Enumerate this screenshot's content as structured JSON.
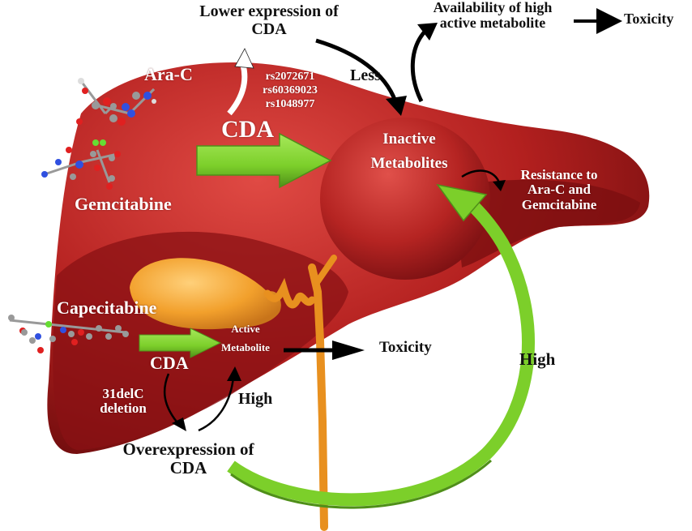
{
  "title": "CDA metabolism of nucleoside analogs in the liver",
  "colors": {
    "liver": "#b3201f",
    "liver_dark": "#7c0f10",
    "liver_light": "#d9433d",
    "gallbladder": "#f2a02c",
    "green_arrow": "#7ccf2a",
    "green_arrow_dark": "#4f8f19",
    "text_on_liver": "#ffffff",
    "text_outside": "#111111"
  },
  "drugs": {
    "ara_c": "Ara-C",
    "gemcitabine": "Gemcitabine",
    "capecitabine": "Capecitabine"
  },
  "top": {
    "lower_expression_line1": "Lower expression of",
    "lower_expression_line2": "CDA",
    "availability_line1": "Availability of high",
    "availability_line2": "active metabolite",
    "toxicity": "Toxicity",
    "less": "Less"
  },
  "snps": [
    "rs2072671",
    "rs60369023",
    "rs1048977"
  ],
  "cda_upper": "CDA",
  "inactive_line1": "Inactive",
  "inactive_line2": "Metabolites",
  "resistance": [
    "Resistance to",
    "Ara-C and",
    "Gemcitabine"
  ],
  "lower": {
    "cda": "CDA",
    "active_line1": "Active",
    "active_line2": "Metabolite",
    "toxicity": "Toxicity",
    "deletion_line1": "31delC",
    "deletion_line2": "deletion",
    "high_small": "High",
    "overexpression_line1": "Overexpression of",
    "overexpression_line2": "CDA",
    "high_big": "High"
  }
}
